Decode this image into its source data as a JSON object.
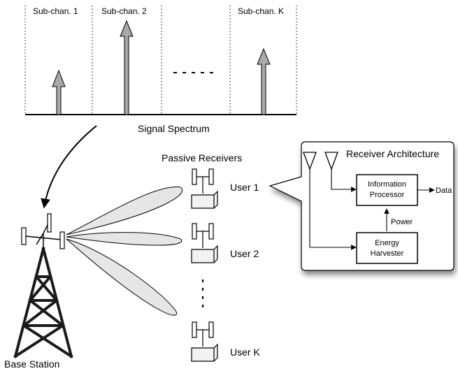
{
  "spectrum": {
    "title": "Signal Spectrum",
    "channels": [
      {
        "label": "Sub-chan. 1"
      },
      {
        "label": "Sub-chan. 2"
      },
      {
        "label": "Sub-chan. K"
      }
    ],
    "ellipsis": "- - - - -"
  },
  "base_station": {
    "label": "Base Station"
  },
  "receivers": {
    "title": "Passive Receivers",
    "users": [
      "User 1",
      "User 2",
      "User K"
    ]
  },
  "architecture": {
    "title": "Receiver Architecture",
    "info_processor": [
      "Information",
      "Processor"
    ],
    "harvester": [
      "Energy",
      "Harvester"
    ],
    "data_label": "Data",
    "power_label": "Power"
  },
  "colors": {
    "arrow_fill": "#a9a9a9",
    "beam_fill": "#e6e6e6",
    "tower": "#1a1a1a"
  }
}
